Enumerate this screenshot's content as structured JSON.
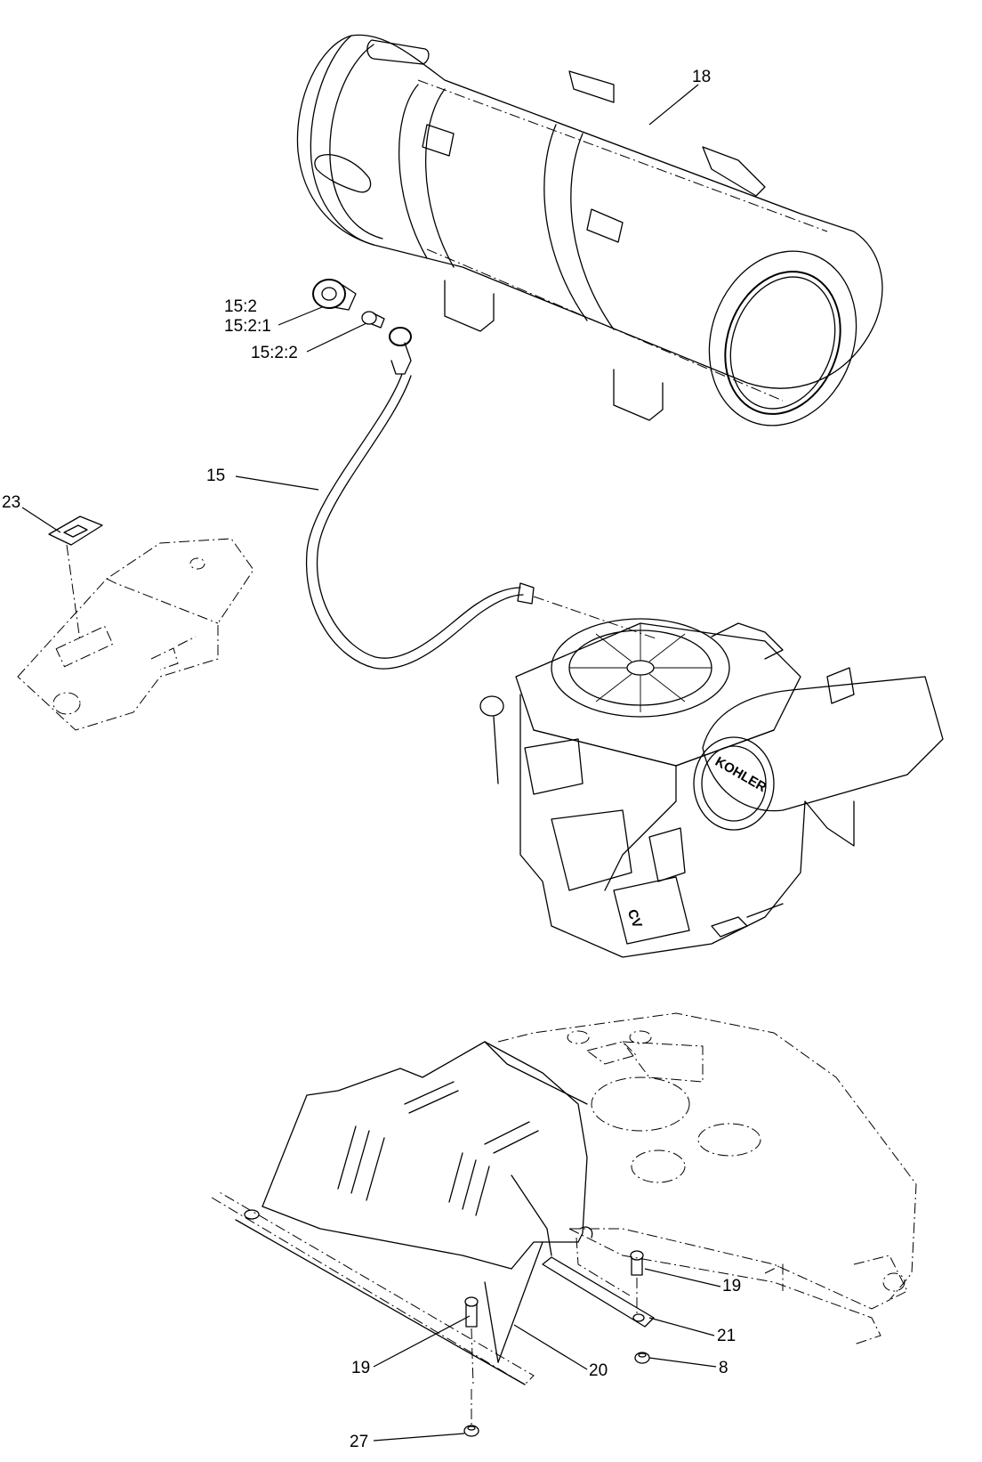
{
  "callouts": {
    "c18": "18",
    "c15_2": "15:2",
    "c15_2_1": "15:2:1",
    "c15_2_2": "15:2:2",
    "c15": "15",
    "c23": "23",
    "c19a": "19",
    "c19b": "19",
    "c21": "21",
    "c20": "20",
    "c8": "8",
    "c27": "27"
  },
  "engine_markings": {
    "brand": "KOHLER",
    "model": "CV"
  },
  "colors": {
    "line": "#000000",
    "background": "#ffffff"
  }
}
